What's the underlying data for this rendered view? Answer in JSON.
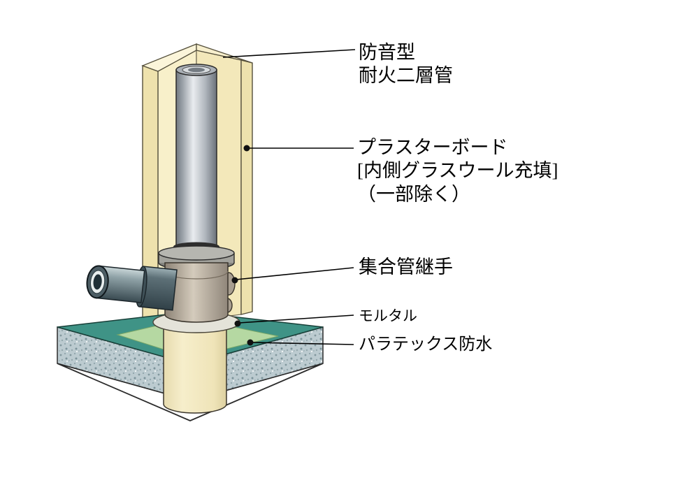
{
  "diagram": {
    "type": "technical-illustration",
    "subject": "pipe-shaft-floor-penetration-detail",
    "background": "#ffffff",
    "labels": {
      "soundproof_pipe_line1": "防音型",
      "soundproof_pipe_line2": "耐火二層管",
      "plasterboard_line1": "プラスターボード",
      "plasterboard_line2": "[内側グラスウール充填]",
      "plasterboard_line3": "（一部除く）",
      "joint": "集合管継手",
      "mortar": "モルタル",
      "waterproofing": "パラテックス防水"
    },
    "colors": {
      "plasterboard_cream": "#f4e9bd",
      "plasterboard_edge_light": "#fbf5da",
      "pipe_metal_light": "#e9ecef",
      "pipe_metal_dark": "#737a82",
      "joint_body_tan": "#d4cbbc",
      "branch_pipe_dark": "#394a51",
      "branch_ring_white": "#e8eeee",
      "slab_surface_teal": "#3f9386",
      "slab_concrete_speckle": "#bccbd0",
      "waterproof_green": "#b5d8a2",
      "mortar_gray": "#e4e3d9",
      "under_pipe_cream": "#f1e7bf",
      "leader_line_black": "#000000"
    }
  }
}
